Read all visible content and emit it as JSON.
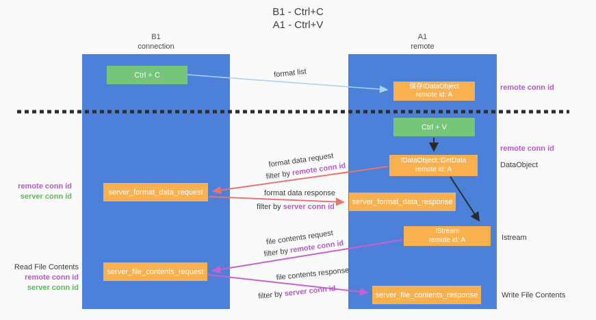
{
  "title": {
    "line1": "B1 - Ctrl+C",
    "line2": "A1 - Ctrl+V"
  },
  "columns": {
    "left": {
      "name": "B1",
      "role": "connection"
    },
    "right": {
      "name": "A1",
      "role": "remote"
    }
  },
  "boxes": {
    "ctrl_c": {
      "label": "Ctrl + C"
    },
    "ctrl_v": {
      "label": "Ctrl + V"
    },
    "saved_dataobject": {
      "line1": "保存IDataObject",
      "line2": "remote id: A"
    },
    "getdata": {
      "line1": "IDataObject::GetData",
      "line2": "remote id: A"
    },
    "istream": {
      "line1": "IStream",
      "line2": "remote id: A"
    },
    "format_request": {
      "label": "server_format_data_request"
    },
    "format_response": {
      "label": "server_format_data_response"
    },
    "file_request": {
      "label": "server_file_contents_request"
    },
    "file_response": {
      "label": "server_file_contents_response"
    }
  },
  "flow": {
    "format_list": "format list",
    "format_data_request": "format data request",
    "format_data_response": "format data response",
    "file_contents_request": "file contents request",
    "file_contents_response": "file contents response",
    "filter_by": "filter by ",
    "remote_conn_id": "remote conn id",
    "server_conn_id": "server conn id"
  },
  "side": {
    "left": {
      "remote_conn_id": "remote conn id",
      "server_conn_id": "server conn id",
      "read_file_contents": "Read File Contents"
    },
    "right": {
      "remote_conn_id": "remote conn id",
      "dataobject": "DataObject",
      "istream": "Istream",
      "write_file_contents": "Write File Contents"
    }
  },
  "colors": {
    "lane_blue": "#4d80d8",
    "box_orange": "#f9b04e",
    "box_green": "#77c57b",
    "arrow_blue": "#a8d3f0",
    "arrow_black": "#2b2b2b",
    "arrow_salmon": "#e8736f",
    "arrow_magenta": "#c95fd0",
    "label_purple": "#b35bc4",
    "label_green": "#5cb85c",
    "dashed_line": "#2e2e2e",
    "background": "#fafafa"
  }
}
